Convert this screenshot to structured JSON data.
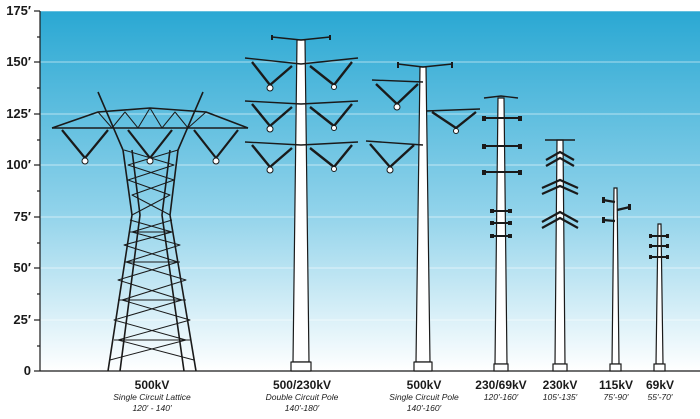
{
  "y_axis": {
    "ticks": [
      "175′",
      "150′",
      "125′",
      "100′",
      "75′",
      "50′",
      "25′",
      "0"
    ]
  },
  "colors": {
    "sky_top": "#2aa8d3",
    "sky_bottom": "#ffffff",
    "structure": "#1a1a1a",
    "pole_fill": "#ffffff"
  },
  "structures": [
    {
      "voltage": "500kV",
      "type": "Single Circuit Lattice",
      "height": "120′ - 140′"
    },
    {
      "voltage": "500/230kV",
      "type": "Double Circuit Pole",
      "height": "140′-180′"
    },
    {
      "voltage": "500kV",
      "type": "Single Circuit Pole",
      "height": "140′-160′"
    },
    {
      "voltage": "230/69kV",
      "type": "",
      "height": "120′-160′"
    },
    {
      "voltage": "230kV",
      "type": "",
      "height": "105′-135′"
    },
    {
      "voltage": "115kV",
      "type": "",
      "height": "75′-90′"
    },
    {
      "voltage": "69kV",
      "type": "",
      "height": "55′-70′"
    }
  ]
}
